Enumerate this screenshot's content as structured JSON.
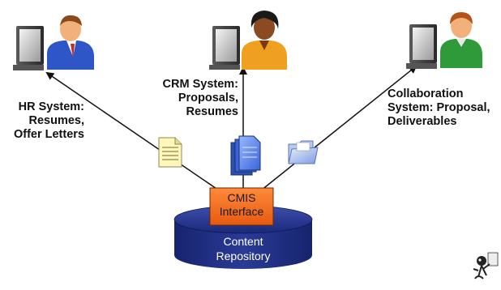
{
  "labels": {
    "hr": [
      "HR System:",
      "Resumes,",
      "Offer Letters"
    ],
    "crm": [
      "CRM System:",
      "Proposals,",
      "Resumes"
    ],
    "collab": [
      "Collaboration",
      "System: Proposal,",
      "Deliverables"
    ]
  },
  "cmis": [
    "CMIS",
    "Interface"
  ],
  "repository": [
    "Content",
    "Repository"
  ],
  "colors": {
    "cmis_box": "#f26b1d",
    "repository": "#1e2f86",
    "arrow": "#111111",
    "user_left_shirt": "#2f56c6",
    "user_center_shirt": "#f0a020",
    "user_right_shirt": "#2e9a3a"
  },
  "icons": [
    "computer-user-icon",
    "document-icon",
    "documents-stack-icon",
    "folder-icon",
    "mascot-icon"
  ]
}
